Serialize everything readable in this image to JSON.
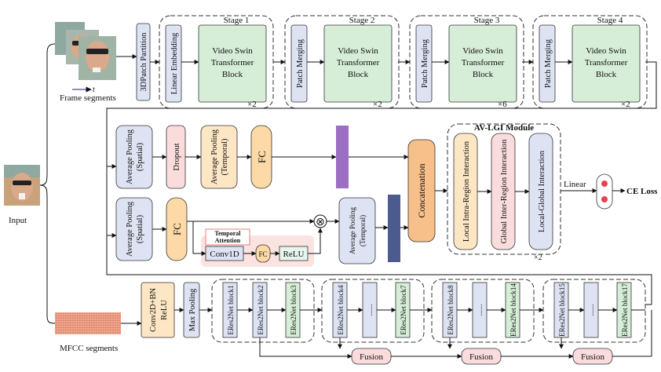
{
  "input": {
    "label": "Input"
  },
  "frames": {
    "label": "Frame segments",
    "time_symbol": "t"
  },
  "mfcc": {
    "label": "MFCC segments"
  },
  "video_branch": {
    "partition": "3DPatch Partition",
    "stages": [
      {
        "title": "Stage 1",
        "pre": "Linear Embedding",
        "block": [
          "Video Swin",
          "Transformer",
          "Block"
        ],
        "repeat": "×2"
      },
      {
        "title": "Stage 2",
        "pre": "Patch Merging",
        "block": [
          "Video Swin",
          "Transformer",
          "Block"
        ],
        "repeat": "×2"
      },
      {
        "title": "Stage 3",
        "pre": "Patch Merging",
        "block": [
          "Video Swin",
          "Transformer",
          "Block"
        ],
        "repeat": "×6"
      },
      {
        "title": "Stage 4",
        "pre": "Patch Merging",
        "block": [
          "Video Swin",
          "Transformer",
          "Block"
        ],
        "repeat": "×2"
      }
    ]
  },
  "row2": {
    "avg_spatial": [
      "Average Pooling",
      "(Spatial)"
    ],
    "dropout": "Dropout",
    "avg_temporal": [
      "Average Pooling",
      "(Temporal)"
    ],
    "fc": "FC"
  },
  "row3": {
    "avg_spatial": [
      "Average Pooling",
      "(Spatial)"
    ],
    "fc": "FC",
    "temporal_attention": [
      "Temporal",
      "Attention"
    ],
    "conv1d": "Conv1D",
    "fc_small": "FC",
    "relu": "ReLU",
    "multiply": "⊗",
    "avg_temporal": [
      "Average Pooling",
      "(Temporal)"
    ]
  },
  "fusion_head": {
    "concat": "Concatenation",
    "module_title": "AV-LGI Module",
    "intra": "Local Intra-Region Interaction",
    "inter": "Global Inter-Region Interaction",
    "local_global": "Local-Global Interaction",
    "repeat": "×2",
    "linear": "Linear",
    "loss": "CE Loss"
  },
  "audio_branch": {
    "conv": [
      "Conv2D+BN",
      "ReLU"
    ],
    "maxpool": "Max Pooling",
    "groups": [
      {
        "first": "ERes2Net block1",
        "last": "ERes2Net block3",
        "alt_first": "ERes2Net block2"
      },
      {
        "first": "ERes2Net block4",
        "last": "ERes2Net block7"
      },
      {
        "first": "ERes2Net block8",
        "last": "ERes2Net block14"
      },
      {
        "first": "ERes2Net block15",
        "last": "ERes2Net block17"
      }
    ],
    "dots": "......",
    "fusion": "Fusion"
  },
  "colors": {
    "blue_box": "#dde3f3",
    "green_box": "#d6eed8",
    "pink_box": "#fbdcdc",
    "orange_box": "#fde6c4",
    "fc_box": "#fcd9a6",
    "purple_bar": "#9b6fc2",
    "navy_bar": "#4d5a8e",
    "concat_box": "#f7c08a",
    "mint_box": "#e6f5ee",
    "attn_bg": "#fbe3e1",
    "red_dot": "#e8414c"
  }
}
